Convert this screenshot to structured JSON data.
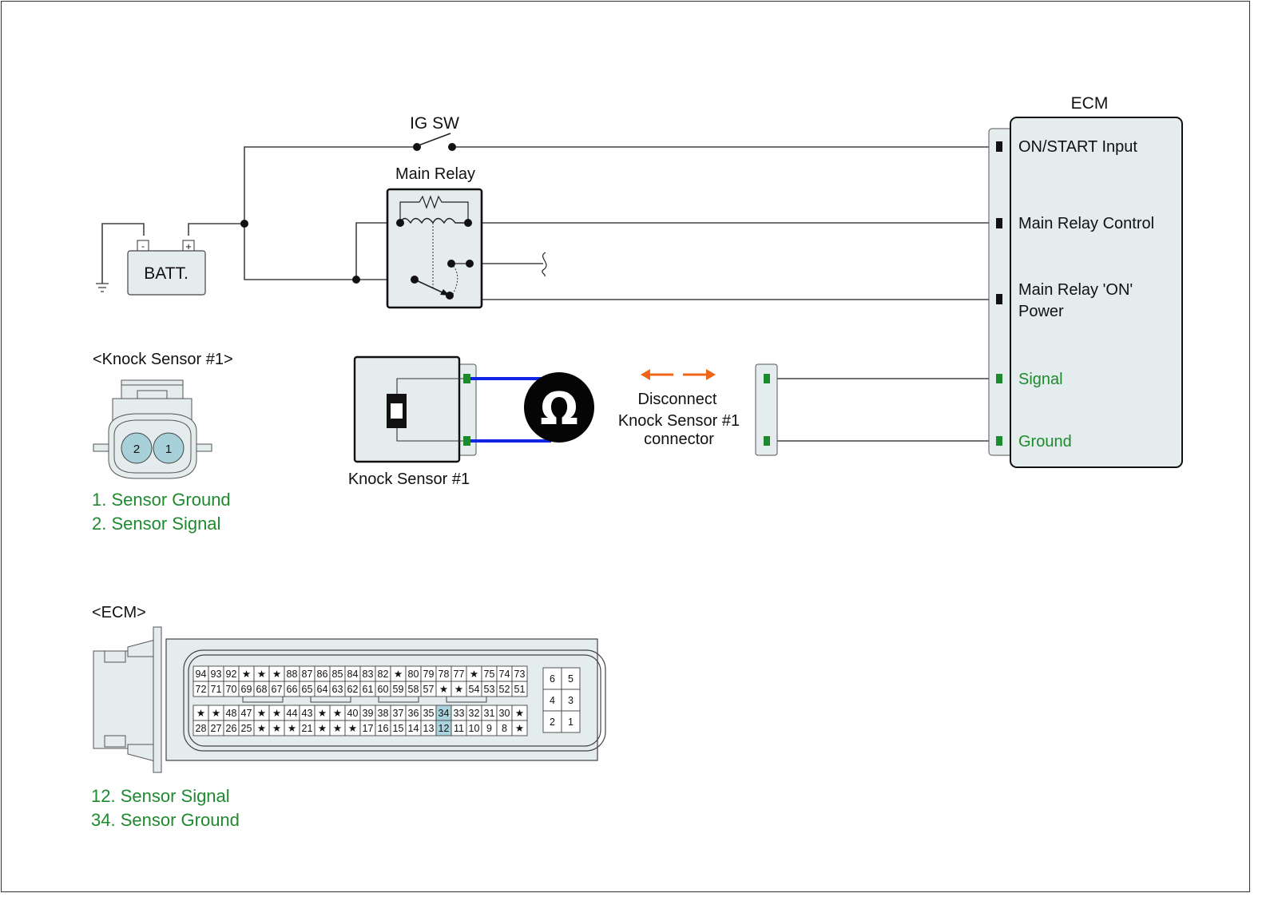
{
  "colors": {
    "wire": "#444444",
    "component_fill": "#e4eced",
    "outline": "#111111",
    "green_text": "#1e8a2e",
    "terminal_green": "#1e8a2e",
    "probe_wire_blue": "#1024e6",
    "arrow_orange": "#f06418",
    "pin_highlight": "#a9d3dd",
    "knock_pin_fill": "#a8d0d8"
  },
  "circuit": {
    "ig_switch_label": "IG SW",
    "main_relay_label": "Main Relay",
    "battery_label": "BATT.",
    "battery_neg": "-",
    "battery_pos": "+",
    "ecm_title": "ECM",
    "ecm_pins": [
      {
        "label": "ON/START Input",
        "color": "black"
      },
      {
        "label": "Main Relay Control",
        "color": "black"
      },
      {
        "label_line1": "Main Relay 'ON'",
        "label_line2": "Power",
        "color": "black"
      },
      {
        "label": "Signal",
        "color": "green"
      },
      {
        "label": "Ground",
        "color": "green"
      }
    ],
    "knock_sensor_label": "Knock Sensor #1",
    "ohmmeter_symbol": "Ω",
    "disconnect_text": [
      "Disconnect",
      "Knock Sensor #1",
      "connector"
    ]
  },
  "knock_connector": {
    "title": "<Knock Sensor #1>",
    "pins": [
      "2",
      "1"
    ],
    "legend": [
      "1. Sensor Ground",
      "2. Sensor Signal"
    ]
  },
  "ecm_connector": {
    "title": "<ECM>",
    "rows": [
      [
        "94",
        "93",
        "92",
        "★",
        "★",
        "★",
        "88",
        "87",
        "86",
        "85",
        "84",
        "83",
        "82",
        "★",
        "80",
        "79",
        "78",
        "77",
        "★",
        "75",
        "74",
        "73"
      ],
      [
        "72",
        "71",
        "70",
        "69",
        "68",
        "67",
        "66",
        "65",
        "64",
        "63",
        "62",
        "61",
        "60",
        "59",
        "58",
        "57",
        "★",
        "★",
        "54",
        "53",
        "52",
        "51"
      ],
      [
        "★",
        "★",
        "48",
        "47",
        "★",
        "★",
        "44",
        "43",
        "★",
        "★",
        "40",
        "39",
        "38",
        "37",
        "36",
        "35",
        "34",
        "33",
        "32",
        "31",
        "30",
        "★"
      ],
      [
        "28",
        "27",
        "26",
        "25",
        "★",
        "★",
        "★",
        "21",
        "★",
        "★",
        "★",
        "17",
        "16",
        "15",
        "14",
        "13",
        "12",
        "11",
        "10",
        "9",
        "8",
        "★"
      ]
    ],
    "highlighted_pins": [
      "34",
      "12"
    ],
    "small_block": [
      [
        "6",
        "5"
      ],
      [
        "4",
        "3"
      ],
      [
        "2",
        "1"
      ]
    ],
    "legend": [
      "12. Sensor Signal",
      "34. Sensor Ground"
    ]
  }
}
